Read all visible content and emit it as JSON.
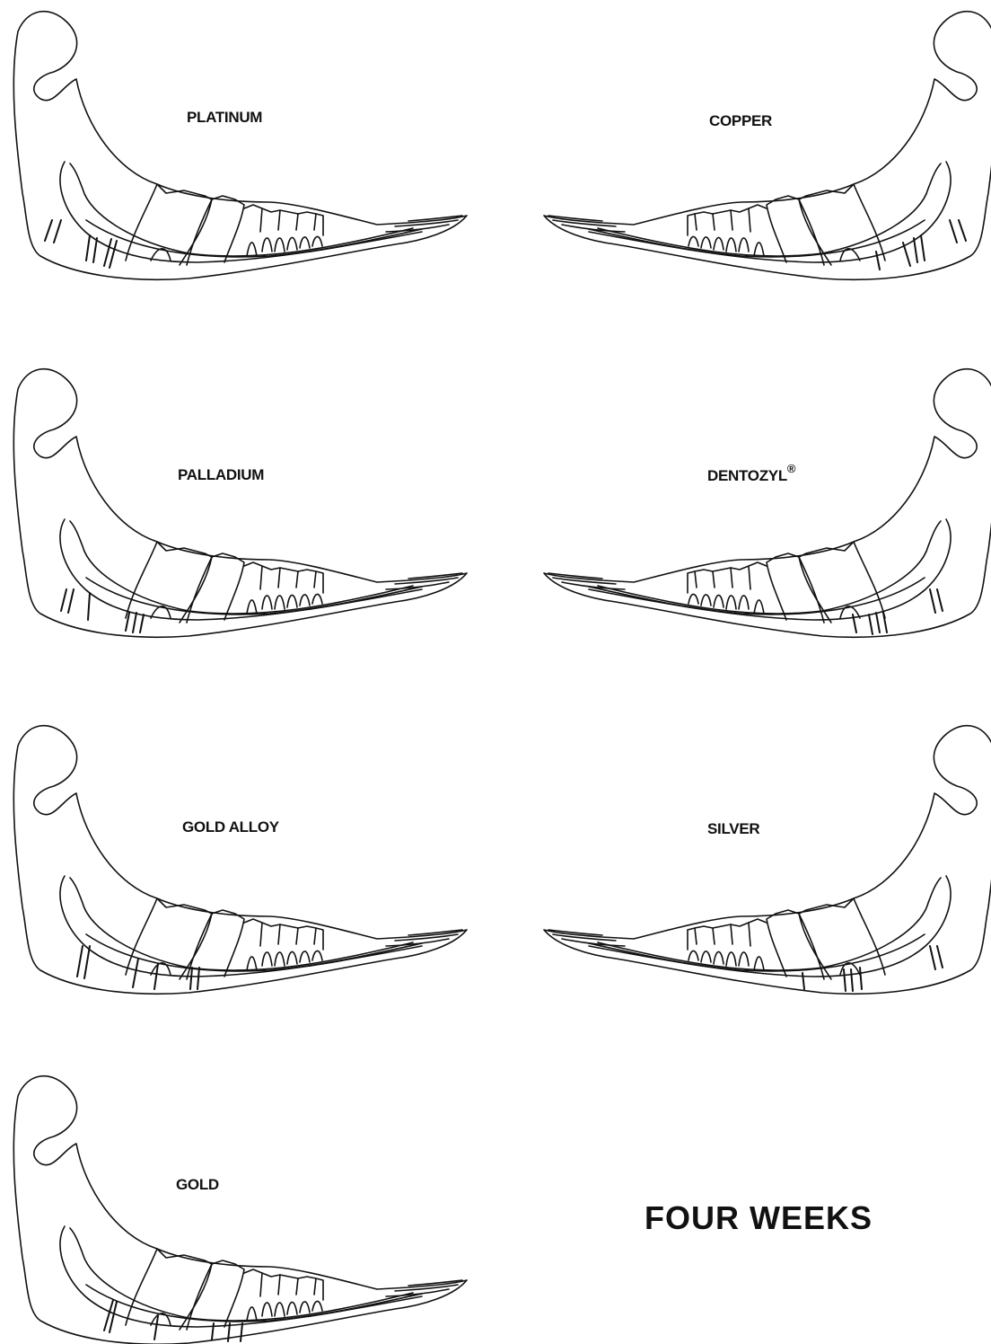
{
  "title": "FOUR WEEKS",
  "panels": [
    {
      "label": "PLATINUM"
    },
    {
      "label": "COPPER"
    },
    {
      "label": "PALLADIUM"
    },
    {
      "label": "DENTOZYL",
      "mark": "®"
    },
    {
      "label": "GOLD ALLOY"
    },
    {
      "label": "SILVER"
    },
    {
      "label": "GOLD"
    }
  ]
}
